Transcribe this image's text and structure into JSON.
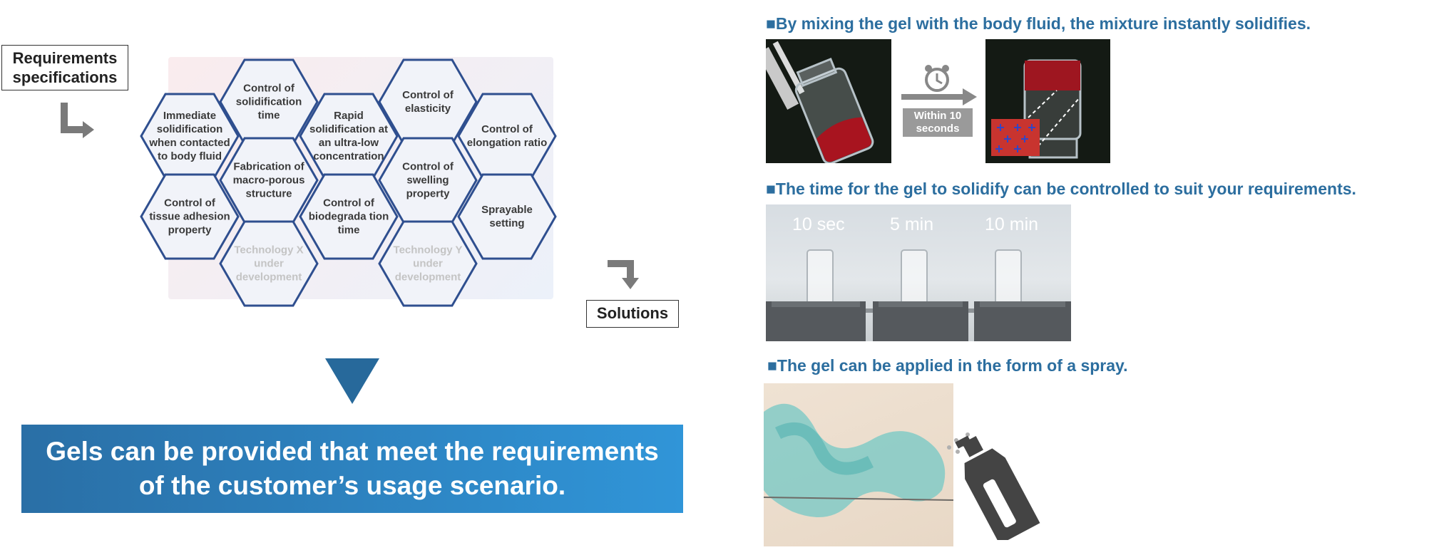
{
  "requirements_label": "Requirements specifications",
  "solutions_label": "Solutions",
  "hexagons": [
    {
      "text": "Control of solidification time",
      "dim": false
    },
    {
      "text": "Control of elasticity",
      "dim": false
    },
    {
      "text": "Immediate solidification when contacted to body fluid",
      "dim": false
    },
    {
      "text": "Rapid solidification at an ultra-low concentration",
      "dim": false
    },
    {
      "text": "Control of elongation ratio",
      "dim": false
    },
    {
      "text": "Fabrication of macro-porous structure",
      "dim": false
    },
    {
      "text": "Control of swelling property",
      "dim": false
    },
    {
      "text": "Control of tissue adhesion property",
      "dim": false
    },
    {
      "text": "Control of biodegrada tion time",
      "dim": false
    },
    {
      "text": "Sprayable setting",
      "dim": false
    },
    {
      "text": "Technology X under development",
      "dim": true
    },
    {
      "text": "Technology Y under development",
      "dim": true
    }
  ],
  "banner_text": "Gels can be provided that meet the requirements of the customer’s usage scenario.",
  "headings": {
    "mixing": "■By mixing the gel with the body fluid, the mixture instantly solidifies.",
    "time": "■The time for the gel to solidify can be controlled to suit your requirements.",
    "spray": "■The gel can be applied in the form of a spray."
  },
  "within_label": "Within 10 seconds",
  "time_labels": [
    "10 sec",
    "5 min",
    "10 min"
  ],
  "colors": {
    "heading": "#2c6e9f",
    "banner_start": "#2a6fa6",
    "banner_end": "#3095d8",
    "hex_stroke": "#2f4f8f",
    "hex_fill": "#f1f3f9",
    "arrow_gray": "#7a7a7a"
  }
}
